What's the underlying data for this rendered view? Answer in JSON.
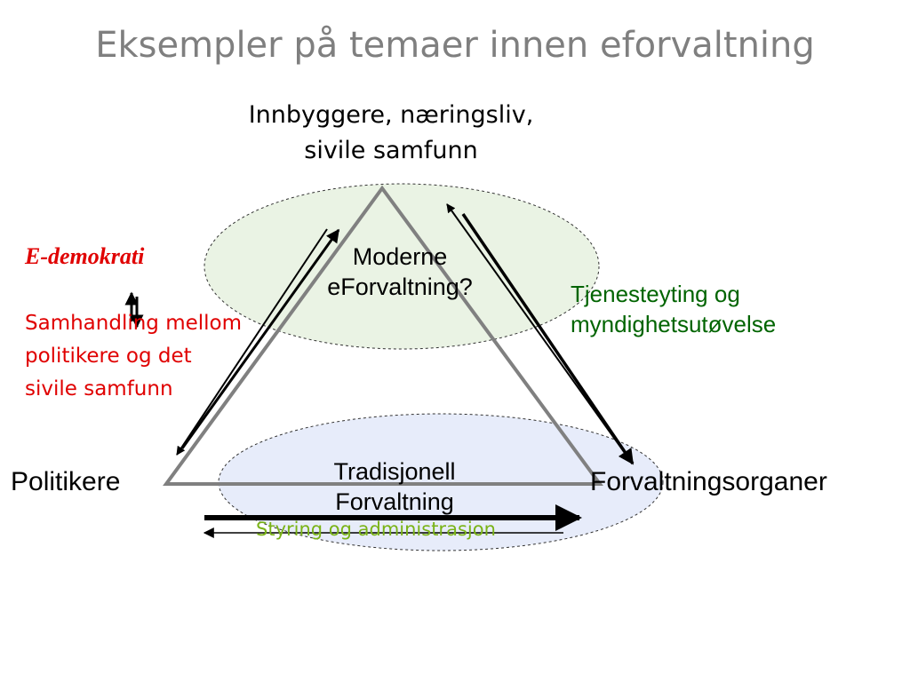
{
  "title": "Eksempler på temaer innen eforvaltning",
  "top_node": {
    "line1": "Innbyggere, næringsliv,",
    "line2": "sivile samfunn"
  },
  "left_node": "Politikere",
  "right_node": "Forvaltningsorganer",
  "upper_ellipse_label": {
    "line1": "Moderne",
    "line2": "eForvaltning?"
  },
  "lower_ellipse_label": {
    "line1": "Tradisjonell",
    "line2": "Forvaltning"
  },
  "left_edge": {
    "heading": "E-demokrati",
    "line1": "Samhandling mellom",
    "line2": "politikere og det",
    "line3": "sivile samfunn"
  },
  "right_edge": {
    "line1": "Tjenesteyting og",
    "line2": "myndighetsutøvelse"
  },
  "bottom_edge": "Styring og administrasjon",
  "colors": {
    "title": "#7f7f7f",
    "triangle": "#808080",
    "upper_ellipse_fill": "#eaf3e4",
    "lower_ellipse_fill": "#e7ecfa",
    "red_text": "#e00000",
    "green_text": "#006400",
    "bottom_edge_text": "#7ab317"
  }
}
